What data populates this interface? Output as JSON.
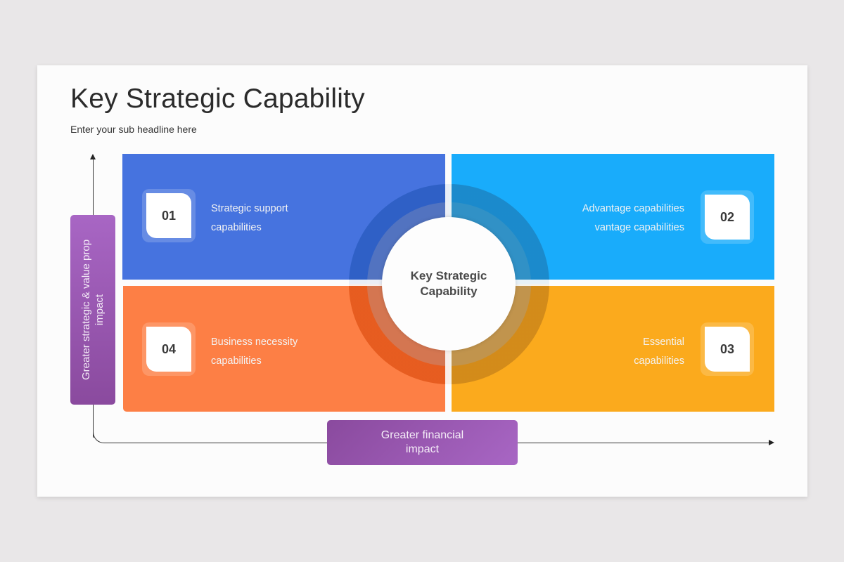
{
  "slide": {
    "title": "Key Strategic Capability",
    "subtitle": "Enter your sub headline here"
  },
  "center": {
    "label_line1": "Key Strategic",
    "label_line2": "Capability"
  },
  "quadrants": [
    {
      "number": "01",
      "line1": "Strategic support",
      "line2": "capabilities",
      "color": "#4673df",
      "position": "top-left"
    },
    {
      "number": "02",
      "line1": "Advantage capabilities",
      "line2": "vantage capabilities",
      "color": "#19acfb",
      "position": "top-right"
    },
    {
      "number": "03",
      "line1": "Essential",
      "line2": "capabilities",
      "color": "#fbaa1d",
      "position": "bottom-right"
    },
    {
      "number": "04",
      "line1": "Business necessity",
      "line2": "capabilities",
      "color": "#fd7f45",
      "position": "bottom-left"
    }
  ],
  "axes": {
    "y_label_line1": "Greater strategic & value prop",
    "y_label_line2": "impact",
    "x_label_line1": "Greater financial",
    "x_label_line2": "impact",
    "label_color": "#9a58b3"
  }
}
